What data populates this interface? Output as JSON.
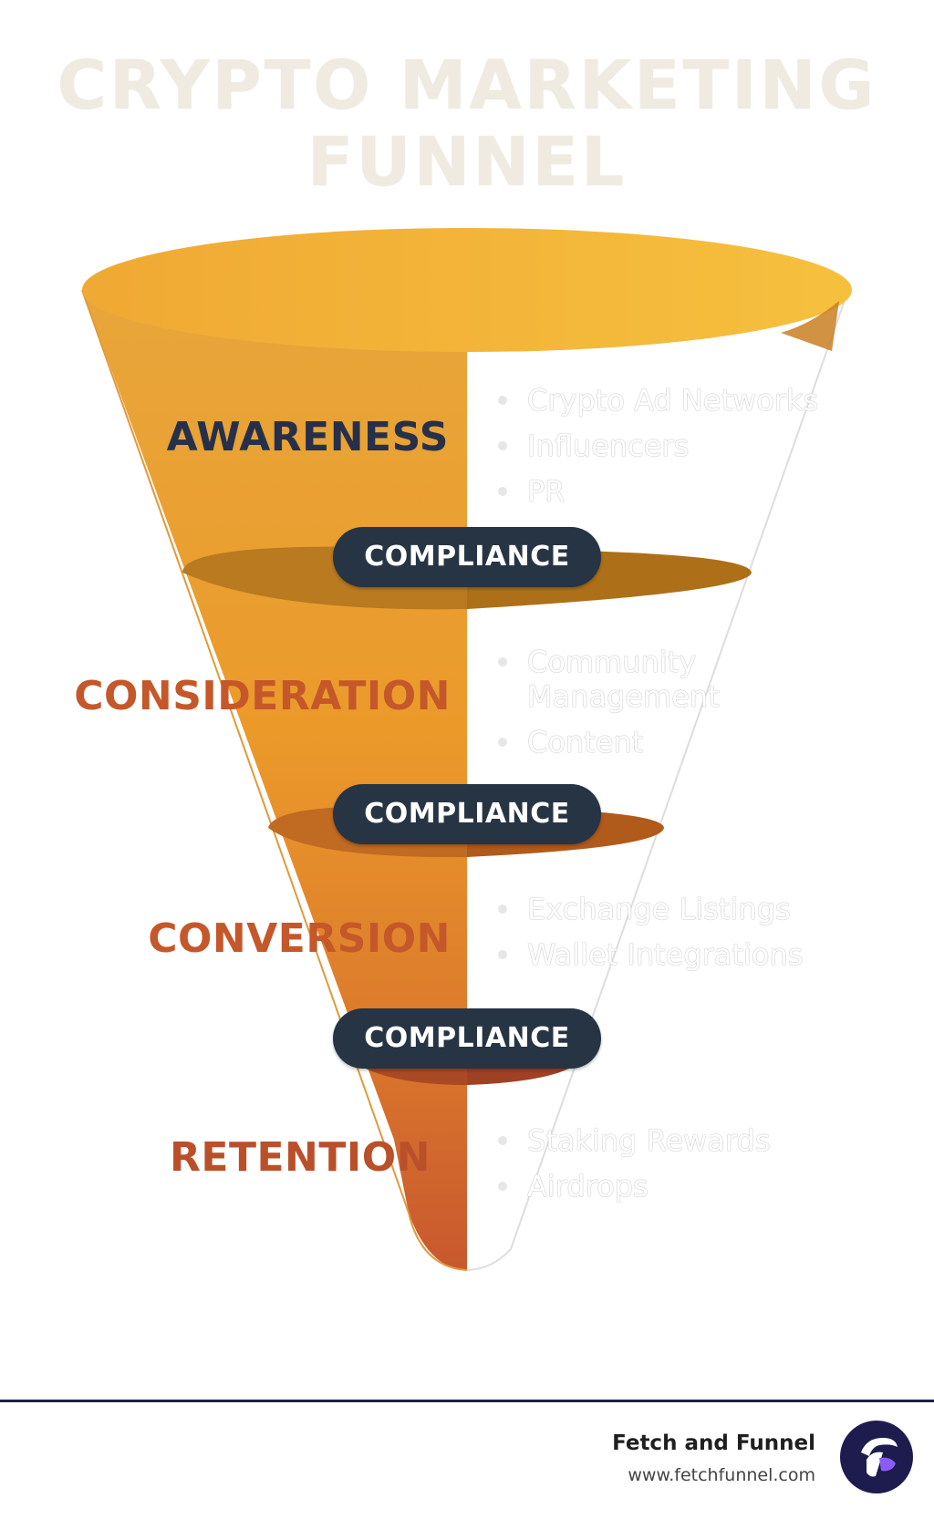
{
  "title": {
    "line1": "CRYPTO MARKETING",
    "line2": "FUNNEL"
  },
  "colors": {
    "awareness_label": "#26304a",
    "consideration_label": "#c4582a",
    "conversion_label": "#c4582a",
    "retention_label": "#b9502a",
    "pill_bg": "#263444",
    "funnel_top": "#f3b63a",
    "funnel_bottom": "#cc5a2c"
  },
  "stages": [
    {
      "label": "AWARENESS",
      "items": [
        "Crypto Ad Networks",
        "Influencers",
        "PR"
      ]
    },
    {
      "label": "CONSIDERATION",
      "items": [
        "Community",
        "Management",
        "Content"
      ]
    },
    {
      "label": "CONVERSION",
      "items": [
        "Exchange Listings",
        "Wallet Integrations"
      ]
    },
    {
      "label": "RETENTION",
      "items": [
        "Staking Rewards",
        "Airdrops"
      ]
    }
  ],
  "compliance": [
    "COMPLIANCE",
    "COMPLIANCE",
    "COMPLIANCE"
  ],
  "footer": {
    "brand": "Fetch and Funnel",
    "url": "www.fetchfunnel.com",
    "logo_icon": "fetch-funnel-logo-icon"
  }
}
